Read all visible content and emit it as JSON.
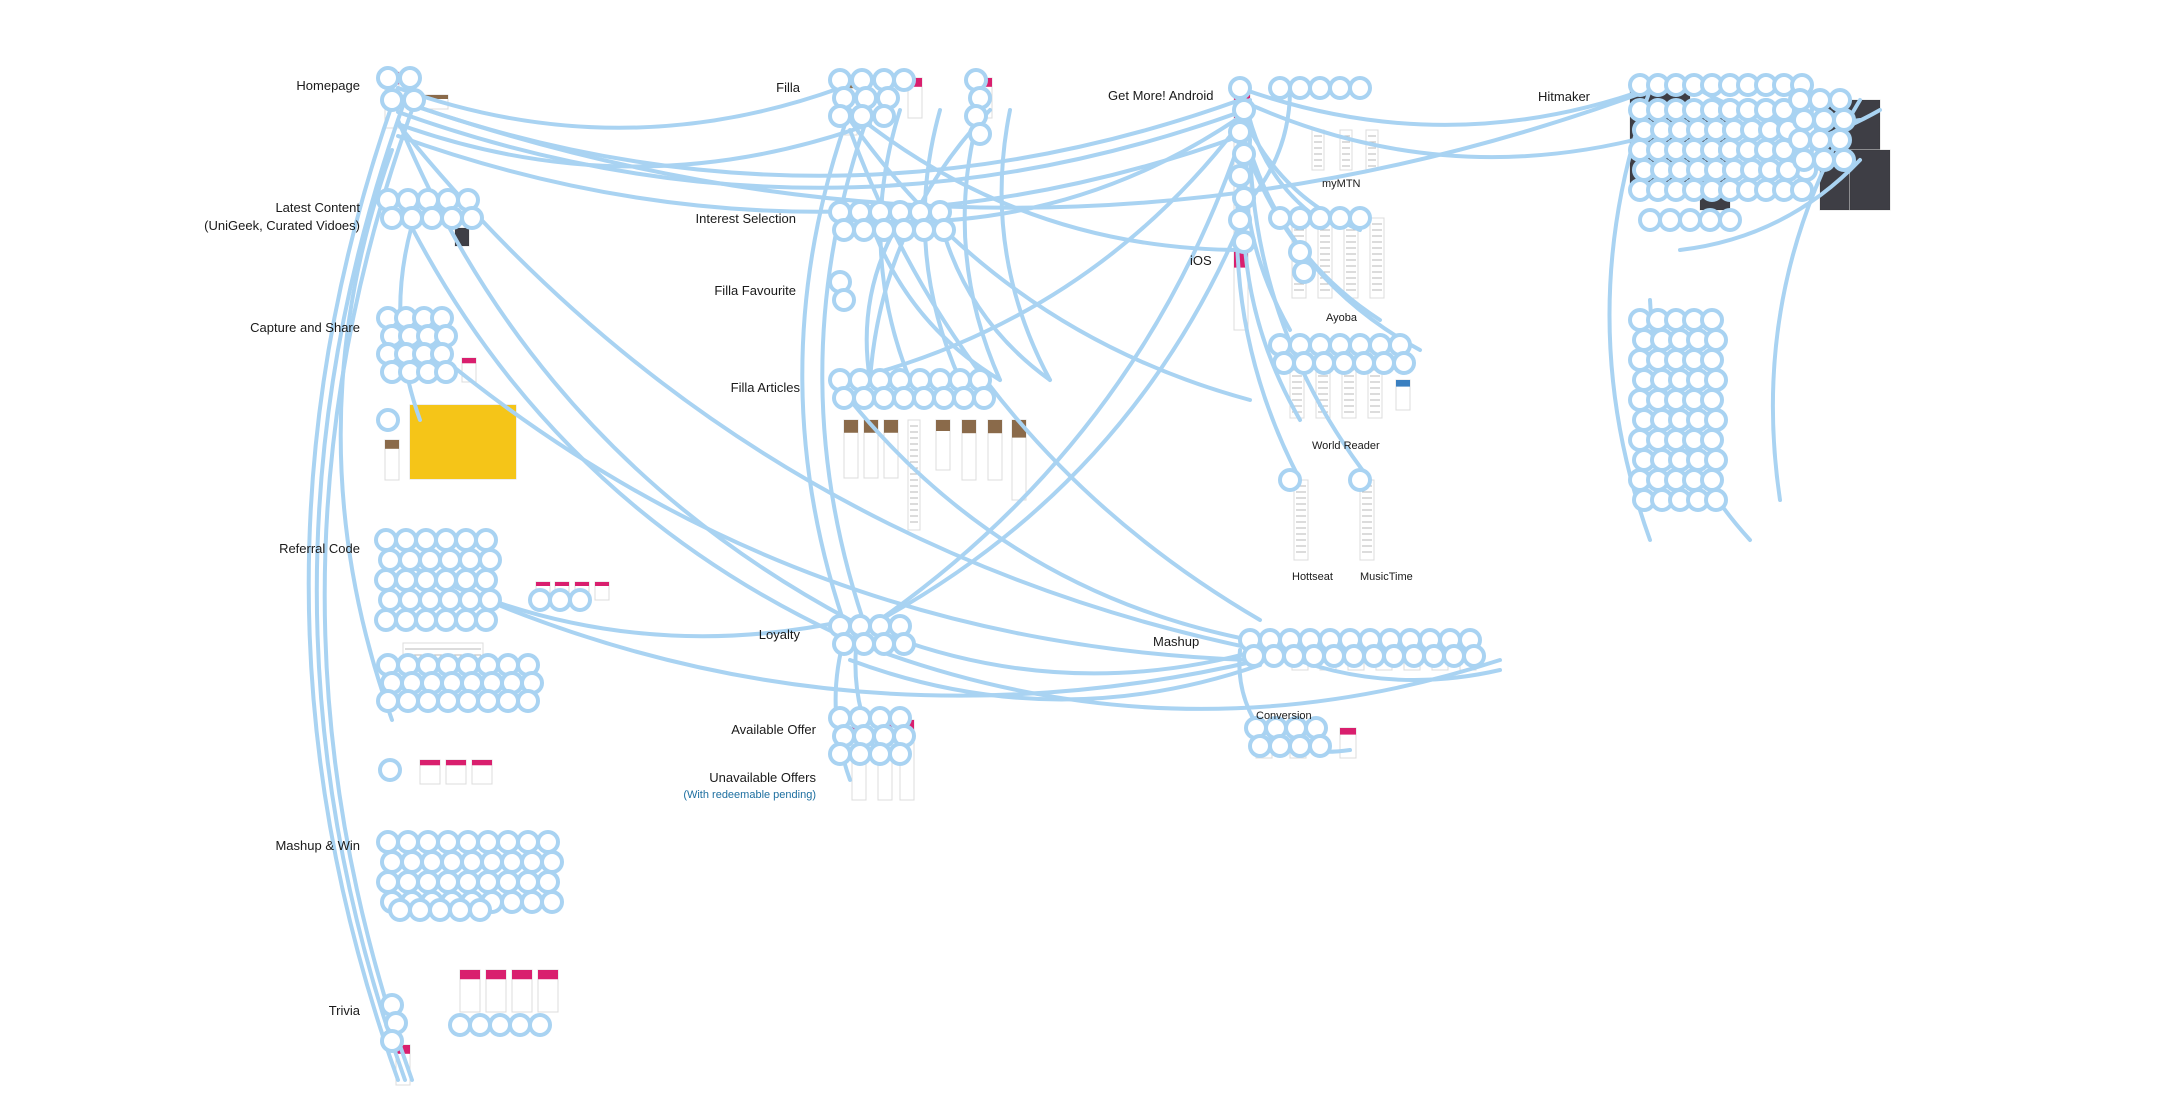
{
  "sections": {
    "homepage": "Homepage",
    "latest_content_l1": "Latest Content",
    "latest_content_l2": "(UniGeek, Curated Vidoes)",
    "capture_share": "Capture and Share",
    "referral_code": "Referral Code",
    "mashup_win": "Mashup & Win",
    "trivia": "Trivia",
    "filla": "Filla",
    "interest_selection": "Interest Selection",
    "filla_favourite": "Filla Favourite",
    "filla_articles": "Filla Articles",
    "loyalty": "Loyalty",
    "available_offer": "Available Offer",
    "unavailable_offers": "Unavailable Offers",
    "unavailable_offers_note": "(With redeemable pending)",
    "get_more_android": "Get More! Android",
    "ios": "iOS",
    "mymtn": "myMTN",
    "ayoba": "Ayoba",
    "world_reader": "World Reader",
    "hottseat": "Hottseat",
    "musictime": "MusicTime",
    "mashup": "Mashup",
    "conversion": "Conversion",
    "hitmaker": "Hitmaker"
  },
  "colors": {
    "connector": "#a9d3f2",
    "brand_pink": "#d91f6e",
    "accent_yellow": "#f5c518",
    "note_blue": "#1d6fa0"
  }
}
